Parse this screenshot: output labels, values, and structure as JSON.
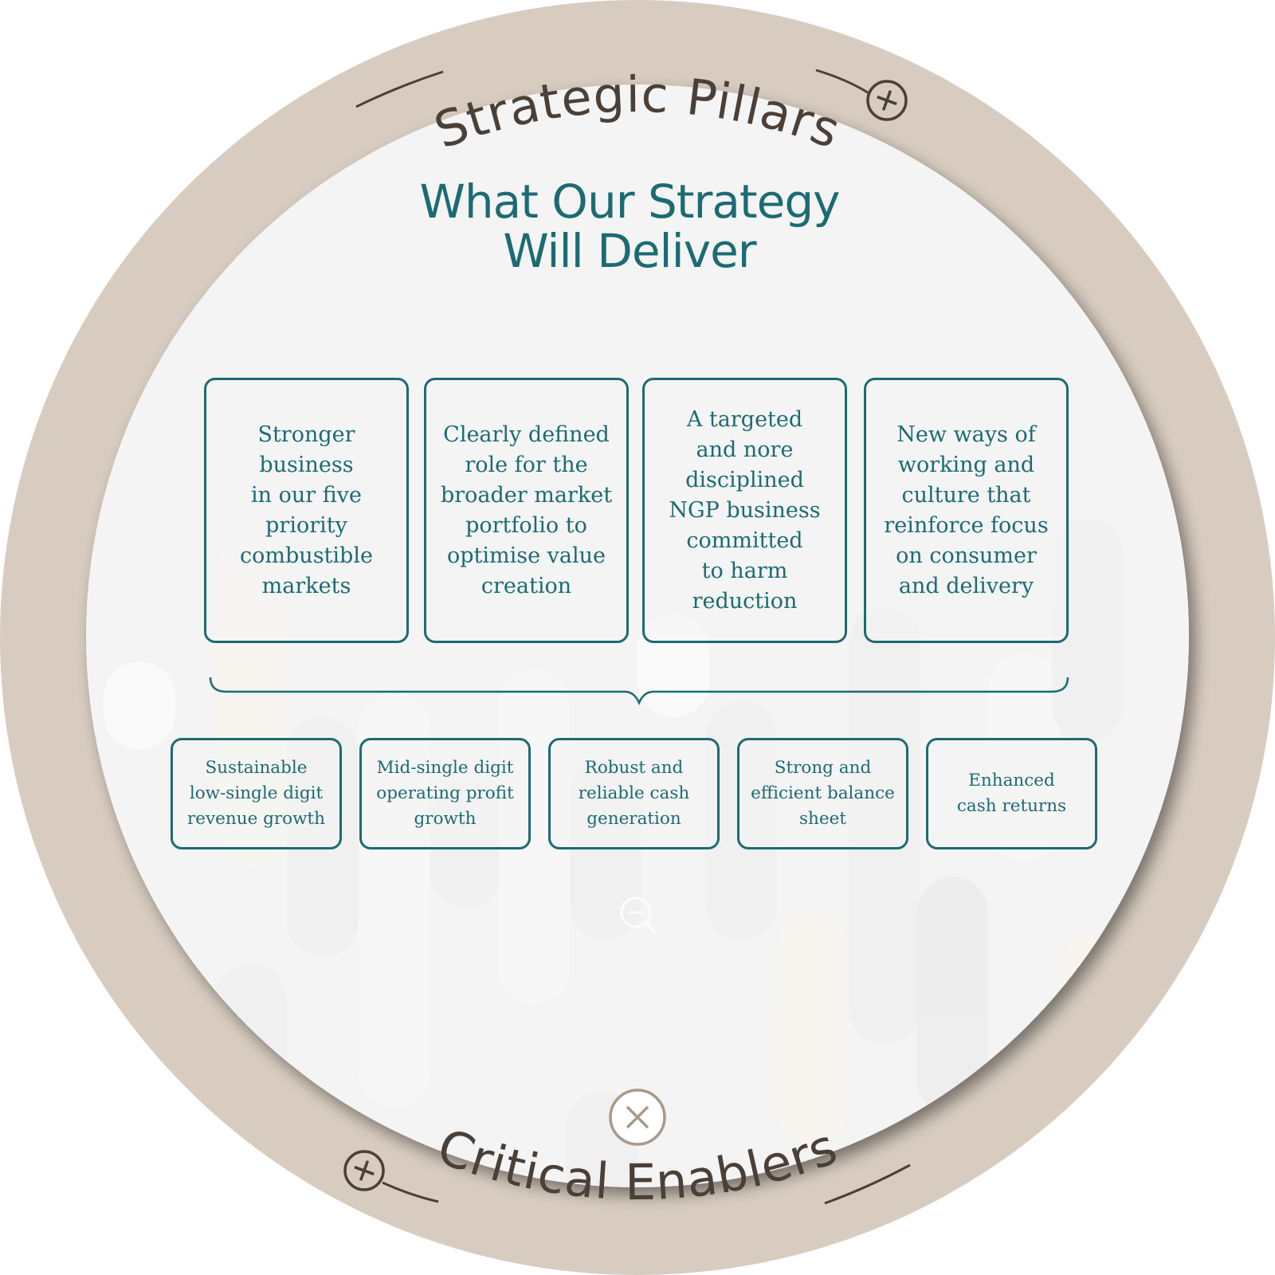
{
  "ring": {
    "top_label": "Strategic Pillars",
    "bottom_label": "Critical Enablers"
  },
  "colors": {
    "ring": "#d8ccc0",
    "inner_bg": "#f4f4f4",
    "teal": "#1c6b73",
    "ring_text": "#4a4038",
    "close_ring": "#a89a8a"
  },
  "main": {
    "title_line1": "What Our Strategy",
    "title_line2": "Will Deliver"
  },
  "pillars": [
    "Stronger\nbusiness\nin our five\npriority\ncombustible\nmarkets",
    "Clearly defined\nrole for the\nbroader market\nportfolio to\noptimise value\ncreation",
    "A targeted\nand nore\ndisciplined\nNGP business\ncommitted\nto harm\nreduction",
    "New ways of\nworking and\nculture that\nreinforce focus\non consumer\nand delivery"
  ],
  "outcomes": [
    "Sustainable\nlow-single digit\nrevenue growth",
    "Mid-single digit\noperating profit\ngrowth",
    "Robust and\nreliable cash\ngeneration",
    "Strong and\nefficient balance\nsheet",
    "Enhanced\ncash returns"
  ],
  "icons": {
    "top_toggle": "plus-circle-icon",
    "bottom_toggle": "plus-circle-icon",
    "close": "close-circle-icon",
    "zoom_out": "zoom-out-icon"
  }
}
